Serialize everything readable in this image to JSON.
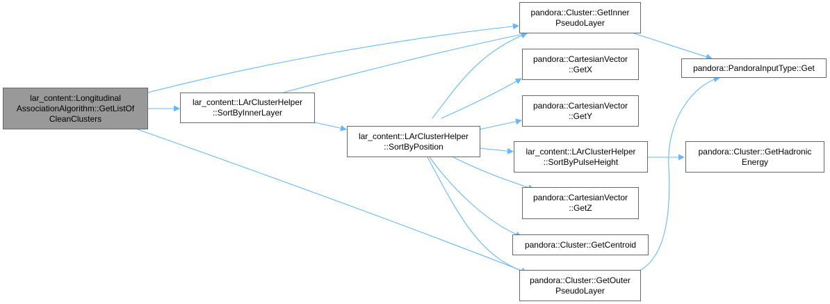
{
  "colors": {
    "edge": "#63b8ff",
    "node_border": "#666666",
    "root_fill": "#999999",
    "node_fill": "#ffffff"
  },
  "nodes": {
    "root": "lar_content::Longitudinal\nAssociationAlgorithm::GetListOf\nCleanClusters",
    "sort_by_inner_layer": "lar_content::LArClusterHelper\n::SortByInnerLayer",
    "sort_by_position": "lar_content::LArClusterHelper\n::SortByPosition",
    "get_inner_pseudo_layer": "pandora::Cluster::GetInner\nPseudoLayer",
    "get_x": "pandora::CartesianVector\n::GetX",
    "get_y": "pandora::CartesianVector\n::GetY",
    "sort_by_pulse_height": "lar_content::LArClusterHelper\n::SortByPulseHeight",
    "get_z": "pandora::CartesianVector\n::GetZ",
    "get_centroid": "pandora::Cluster::GetCentroid",
    "get_outer_pseudo_layer": "pandora::Cluster::GetOuter\nPseudoLayer",
    "pandora_input_type_get": "pandora::PandoraInputType::Get",
    "get_hadronic_energy": "pandora::Cluster::GetHadronic\nEnergy"
  }
}
